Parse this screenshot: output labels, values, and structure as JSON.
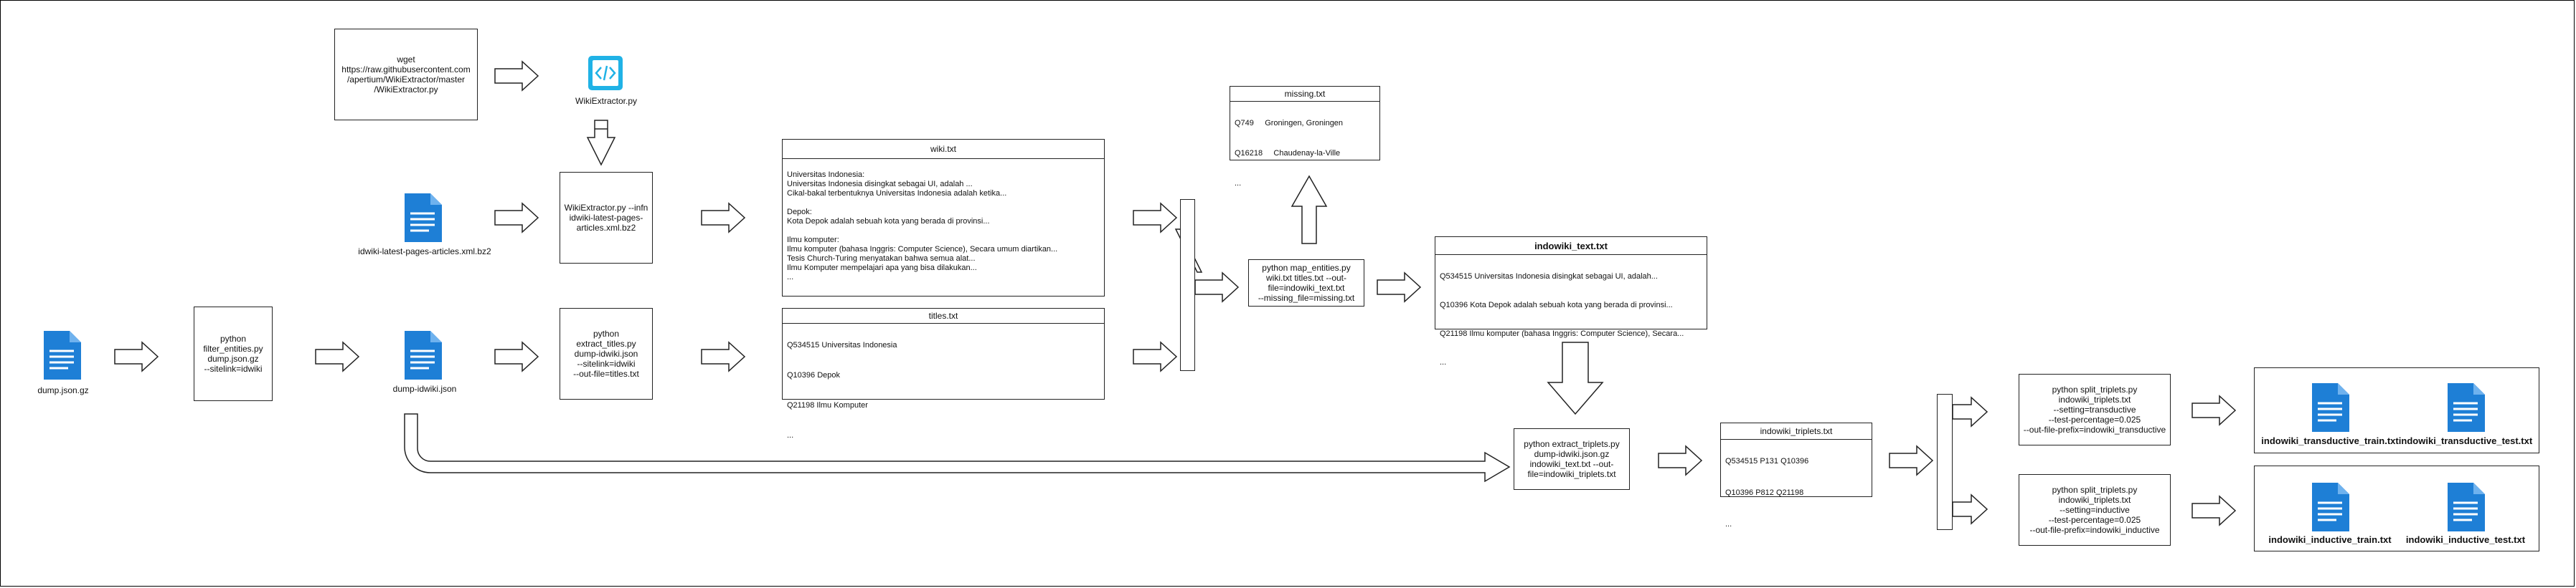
{
  "steps": {
    "wget": "wget\nhttps://raw.githubusercontent.com\n/apertium/WikiExtractor/master\n/WikiExtractor.py",
    "filter": "python\nfilter_entities.py\ndump.json.gz\n--sitelink=idwiki",
    "extractor": "WikiExtractor.py --infn\nidwiki-latest-pages-\narticles.xml.bz2",
    "extract_titles": "python extract_titles.py\ndump-idwiki.json\n--sitelink=idwiki\n--out-file=titles.txt",
    "map_entities": "python map_entities.py\nwiki.txt titles.txt --out-\nfile=indowiki_text.txt\n--missing_file=missing.txt",
    "extract_triplets": "python extract_triplets.py\ndump-idwiki.json.gz\nindowiki_text.txt --out-\nfile=indowiki_triplets.txt",
    "split_transductive": "python split_triplets.py\nindowiki_triplets.txt\n--setting=transductive\n--test-percentage=0.025\n--out-file-prefix=indowiki_transductive",
    "split_inductive": "python split_triplets.py\nindowiki_triplets.txt\n--setting=inductive\n--test-percentage=0.025\n--out-file-prefix=indowiki_inductive"
  },
  "files": {
    "dump_json_gz": "dump.json.gz",
    "dump_idwiki_json": "dump-idwiki.json",
    "idwiki_pages": "idwiki-latest-pages-articles.xml.bz2",
    "wikiextractor_py": "WikiExtractor.py",
    "transductive_train": "indowiki_transductive_train.txt",
    "transductive_test": "indowiki_transductive_test.txt",
    "inductive_train": "indowiki_inductive_train.txt",
    "inductive_test": "indowiki_inductive_test.txt"
  },
  "panels": {
    "wiki": {
      "title": "wiki.txt",
      "body": "Universitas Indonesia:\nUniversitas Indonesia disingkat sebagai UI, adalah ...\nCikal-bakal terbentuknya Universitas Indonesia adalah ketika...\n\nDepok:\nKota Depok adalah sebuah kota yang berada di provinsi...\n\nIlmu komputer:\nIlmu komputer (bahasa Inggris: Computer Science), Secara umum diartikan...\nTesis Church-Turing menyatakan bahwa semua alat...\nIlmu Komputer mempelajari apa yang bisa dilakukan...\n..."
    },
    "titles": {
      "title": "titles.txt",
      "rows": [
        "Q534515 Universitas Indonesia",
        "Q10396 Depok",
        "Q21198 Ilmu Komputer",
        "..."
      ]
    },
    "missing": {
      "title": "missing.txt",
      "rows": [
        "Q749     Groningen, Groningen",
        "Q16218     Chaudenay-la-Ville",
        "..."
      ]
    },
    "indowiki_text": {
      "title": "indowiki_text.txt",
      "rows": [
        "Q534515 Universitas Indonesia disingkat sebagai UI, adalah...",
        "Q10396 Kota Depok adalah sebuah kota yang berada di provinsi...",
        "Q21198 Ilmu komputer (bahasa Inggris: Computer Science), Secara...",
        "..."
      ]
    },
    "indowiki_triplets": {
      "title": "indowiki_triplets.txt",
      "rows": [
        "Q534515 P131 Q10396",
        "Q10396 P812 Q21198",
        "..."
      ]
    }
  },
  "colors": {
    "doc_blue": "#1e7fd6",
    "doc_blue_light": "#6fb2ee",
    "code_cyan": "#20b2e6",
    "line": "#222222"
  }
}
